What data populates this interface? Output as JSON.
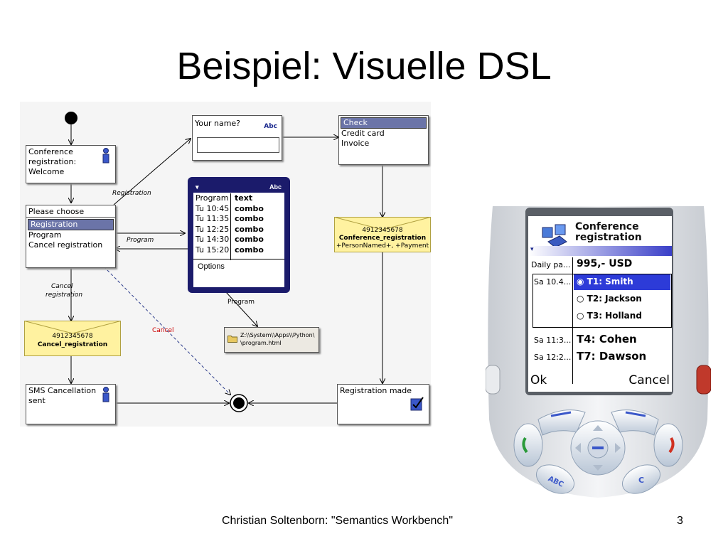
{
  "slide": {
    "title": "Beispiel: Visuelle DSL",
    "footer_text": "Christian Soltenborn: \"Semantics Workbench\"",
    "page_number": "3"
  },
  "diagram": {
    "nodes": {
      "welcome": {
        "lines": [
          "Conference",
          "registration:",
          "Welcome"
        ]
      },
      "choose": {
        "title": "Please choose",
        "items": [
          "Registration",
          "Program",
          "Cancel registration"
        ]
      },
      "name": {
        "label": "Your name?",
        "abc": "Abc"
      },
      "payment": {
        "items": [
          "Check",
          "Credit card",
          "Invoice"
        ]
      },
      "program_screen": {
        "abc": "Abc",
        "rows": [
          [
            "Program",
            "text"
          ],
          [
            "Tu 10:45",
            "combo"
          ],
          [
            "Tu 11:35",
            "combo"
          ],
          [
            "Tu 12:25",
            "combo"
          ],
          [
            "Tu 14:30",
            "combo"
          ],
          [
            "Tu 15:20",
            "combo"
          ]
        ],
        "options": "Options"
      },
      "conf_sms": {
        "number": "4912345678",
        "name": "Conference_registration",
        "params": "+PersonNamed+, +Payment"
      },
      "cancel_sms": {
        "number": "4912345678",
        "name": "Cancel_registration"
      },
      "file": {
        "line1": "Z:\\\\System\\\\Apps\\\\Python\\",
        "line2": "\\program.html"
      },
      "sms_sent": {
        "lines": [
          "SMS Cancellation",
          "sent"
        ]
      },
      "made": {
        "label": "Registration made"
      }
    },
    "edge_labels": {
      "registration": "Registration",
      "program_left": "Program",
      "program_down": "Program",
      "cancel_registration": [
        "Cancel",
        "registration"
      ],
      "cancel": "Cancel"
    }
  },
  "phone": {
    "header": [
      "Conference",
      "registration"
    ],
    "rows": [
      {
        "left": "Daily pa...",
        "right": "995,- USD"
      },
      {
        "left": "Sa 10.4...",
        "options": [
          "T1: Smith",
          "T2: Jackson",
          "T3: Holland"
        ],
        "selected": "T1: Smith"
      },
      {
        "left": "Sa 11:3...",
        "right": "T4: Cohen"
      },
      {
        "left": "Sa 12:2...",
        "right": "T7: Dawson"
      }
    ],
    "softkeys": {
      "left": "Ok",
      "right": "Cancel"
    },
    "keys": {
      "abc": "ABC",
      "c": "C"
    }
  },
  "colors": {
    "selection": "#6b74a8",
    "envelope": "#fff2a0",
    "phone_selection": "#2d3bd8",
    "dark_frame": "#1b1b6b",
    "cancel_label": "#cc0000"
  }
}
